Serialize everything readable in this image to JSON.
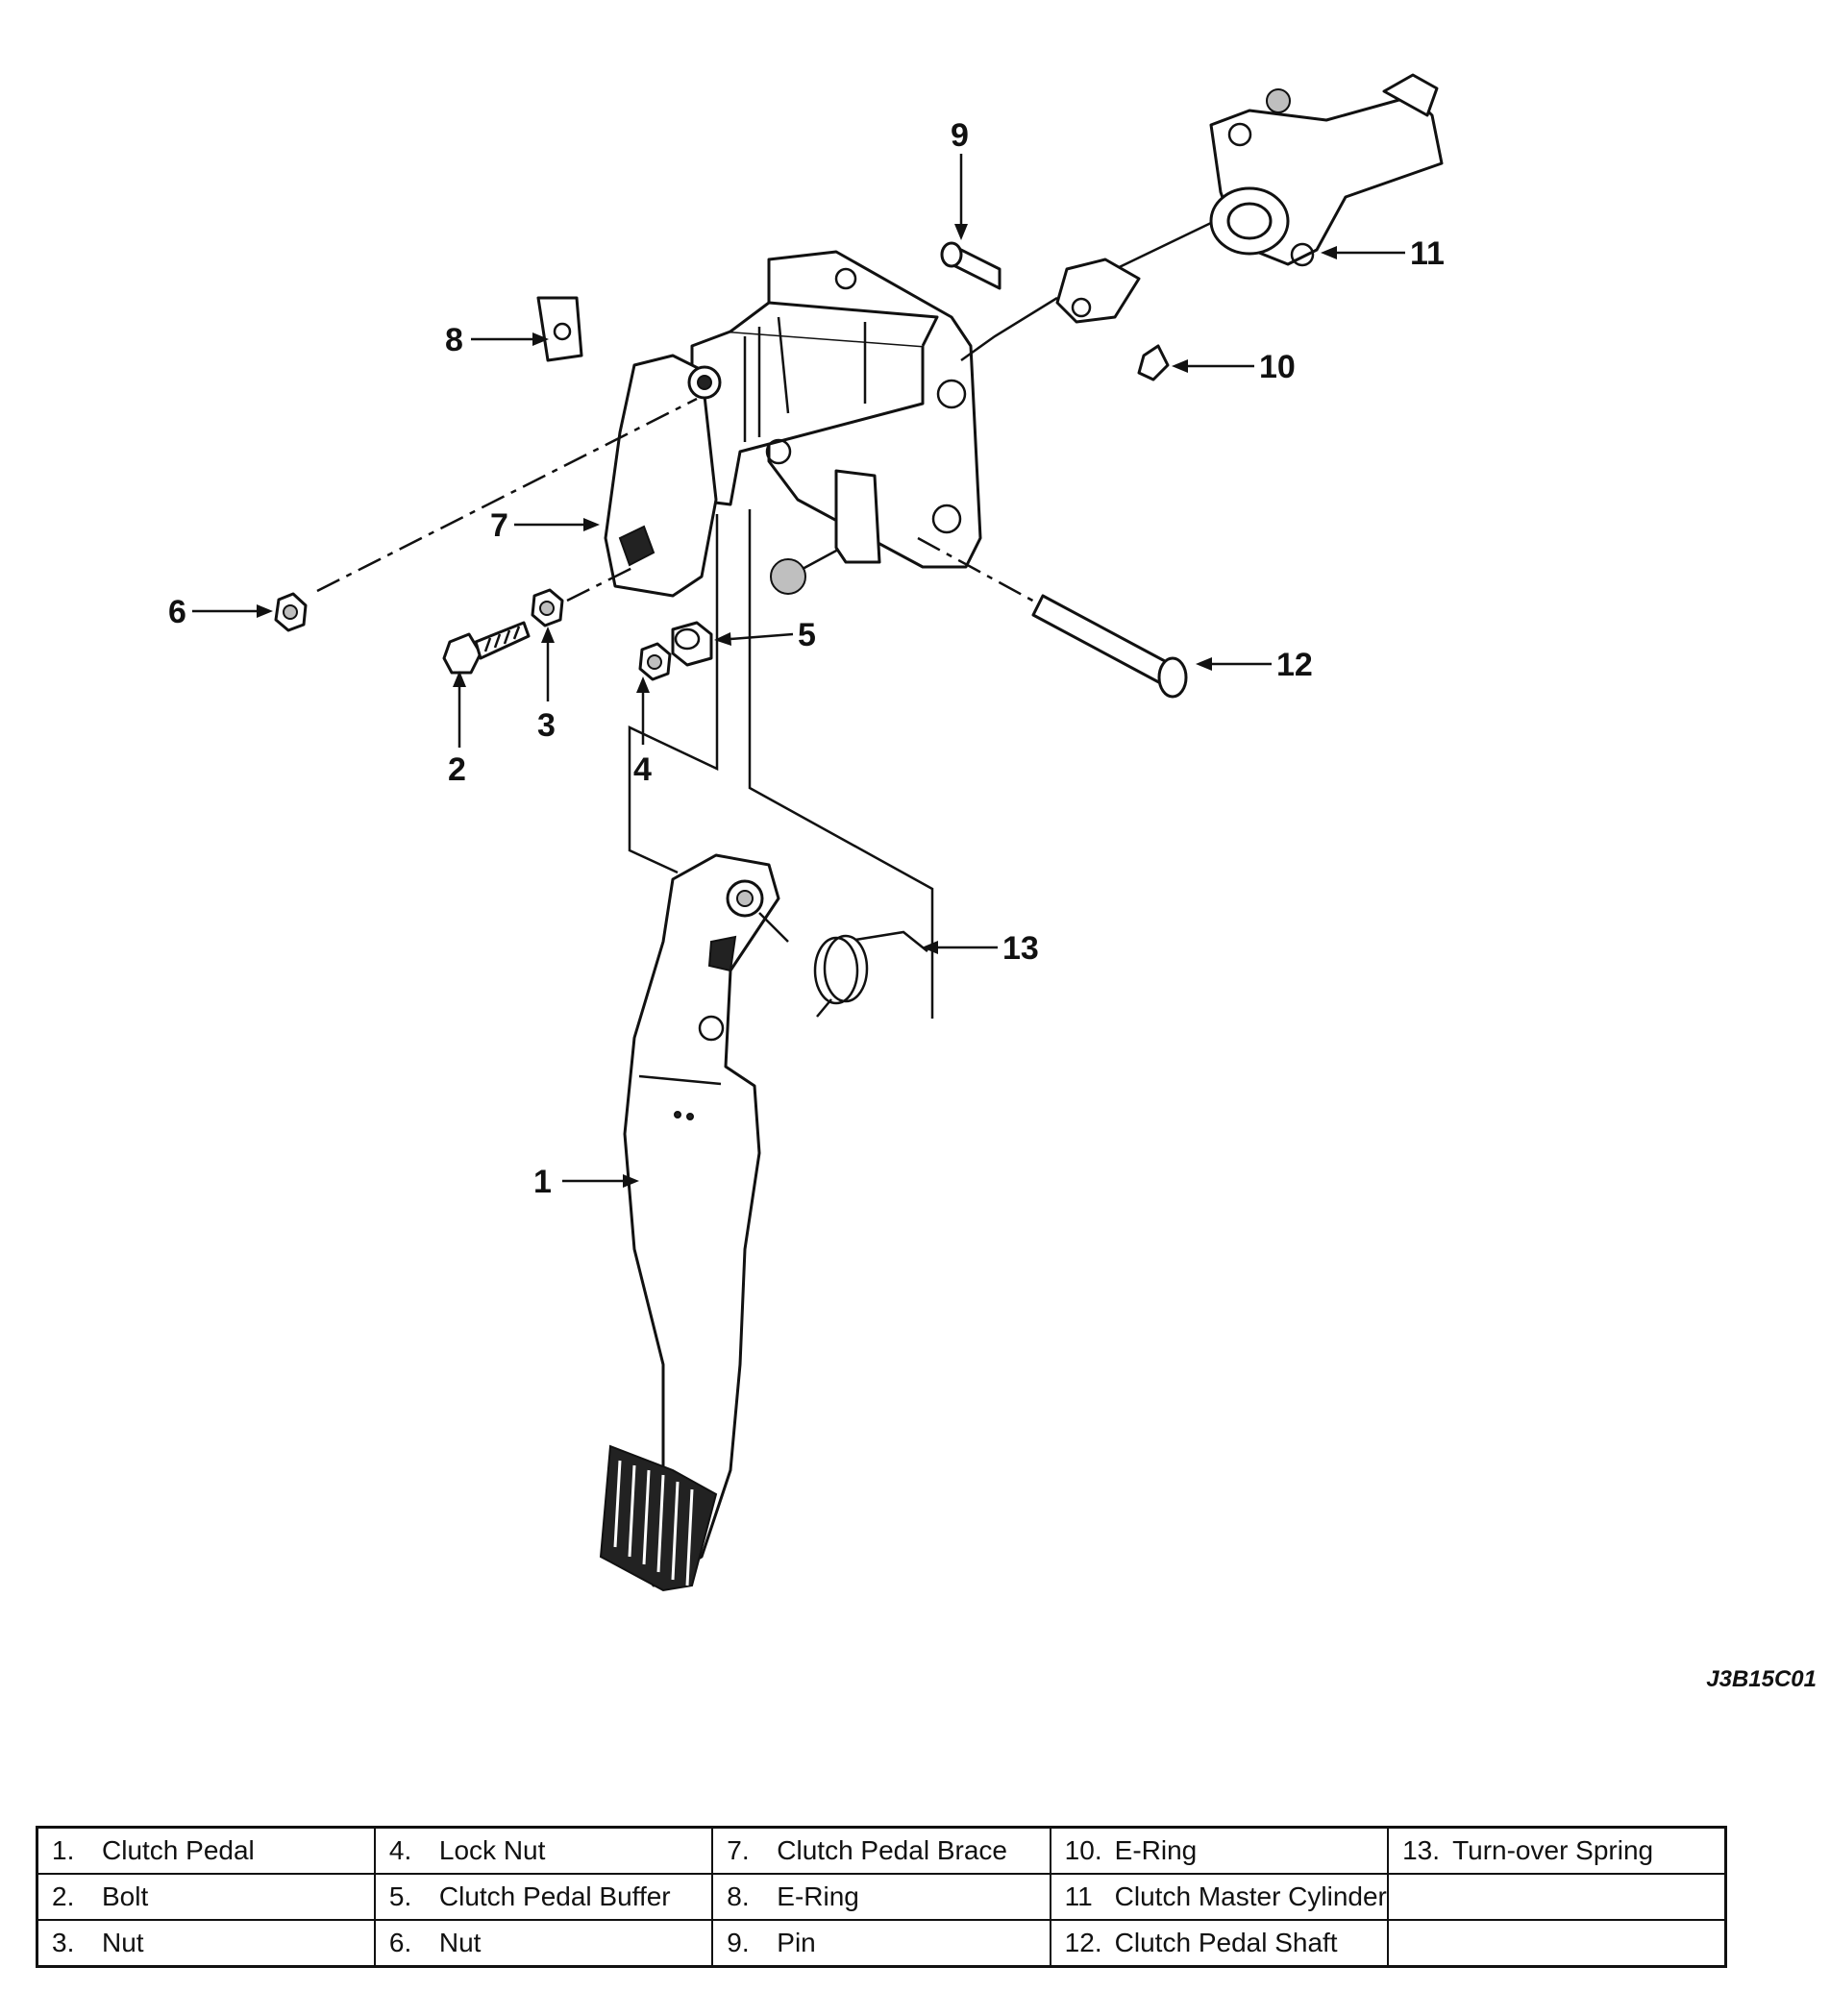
{
  "figure_code": "J3B15C01",
  "callouts": [
    "1",
    "2",
    "3",
    "4",
    "5",
    "6",
    "7",
    "8",
    "9",
    "10",
    "11",
    "12",
    "13"
  ],
  "legend": {
    "rows": [
      [
        {
          "num": "1.",
          "label": "Clutch Pedal"
        },
        {
          "num": "4.",
          "label": "Lock Nut"
        },
        {
          "num": "7.",
          "label": "Clutch Pedal Brace"
        },
        {
          "num": "10.",
          "label": "E-Ring"
        },
        {
          "num": "13.",
          "label": "Turn-over Spring"
        }
      ],
      [
        {
          "num": "2.",
          "label": "Bolt"
        },
        {
          "num": "5.",
          "label": "Clutch Pedal Buffer"
        },
        {
          "num": "8.",
          "label": "E-Ring"
        },
        {
          "num": "11",
          "label": "Clutch Master Cylinder"
        },
        {
          "num": "",
          "label": ""
        }
      ],
      [
        {
          "num": "3.",
          "label": "Nut"
        },
        {
          "num": "6.",
          "label": "Nut"
        },
        {
          "num": "9.",
          "label": "Pin"
        },
        {
          "num": "12.",
          "label": "Clutch Pedal Shaft"
        },
        {
          "num": "",
          "label": ""
        }
      ]
    ]
  }
}
